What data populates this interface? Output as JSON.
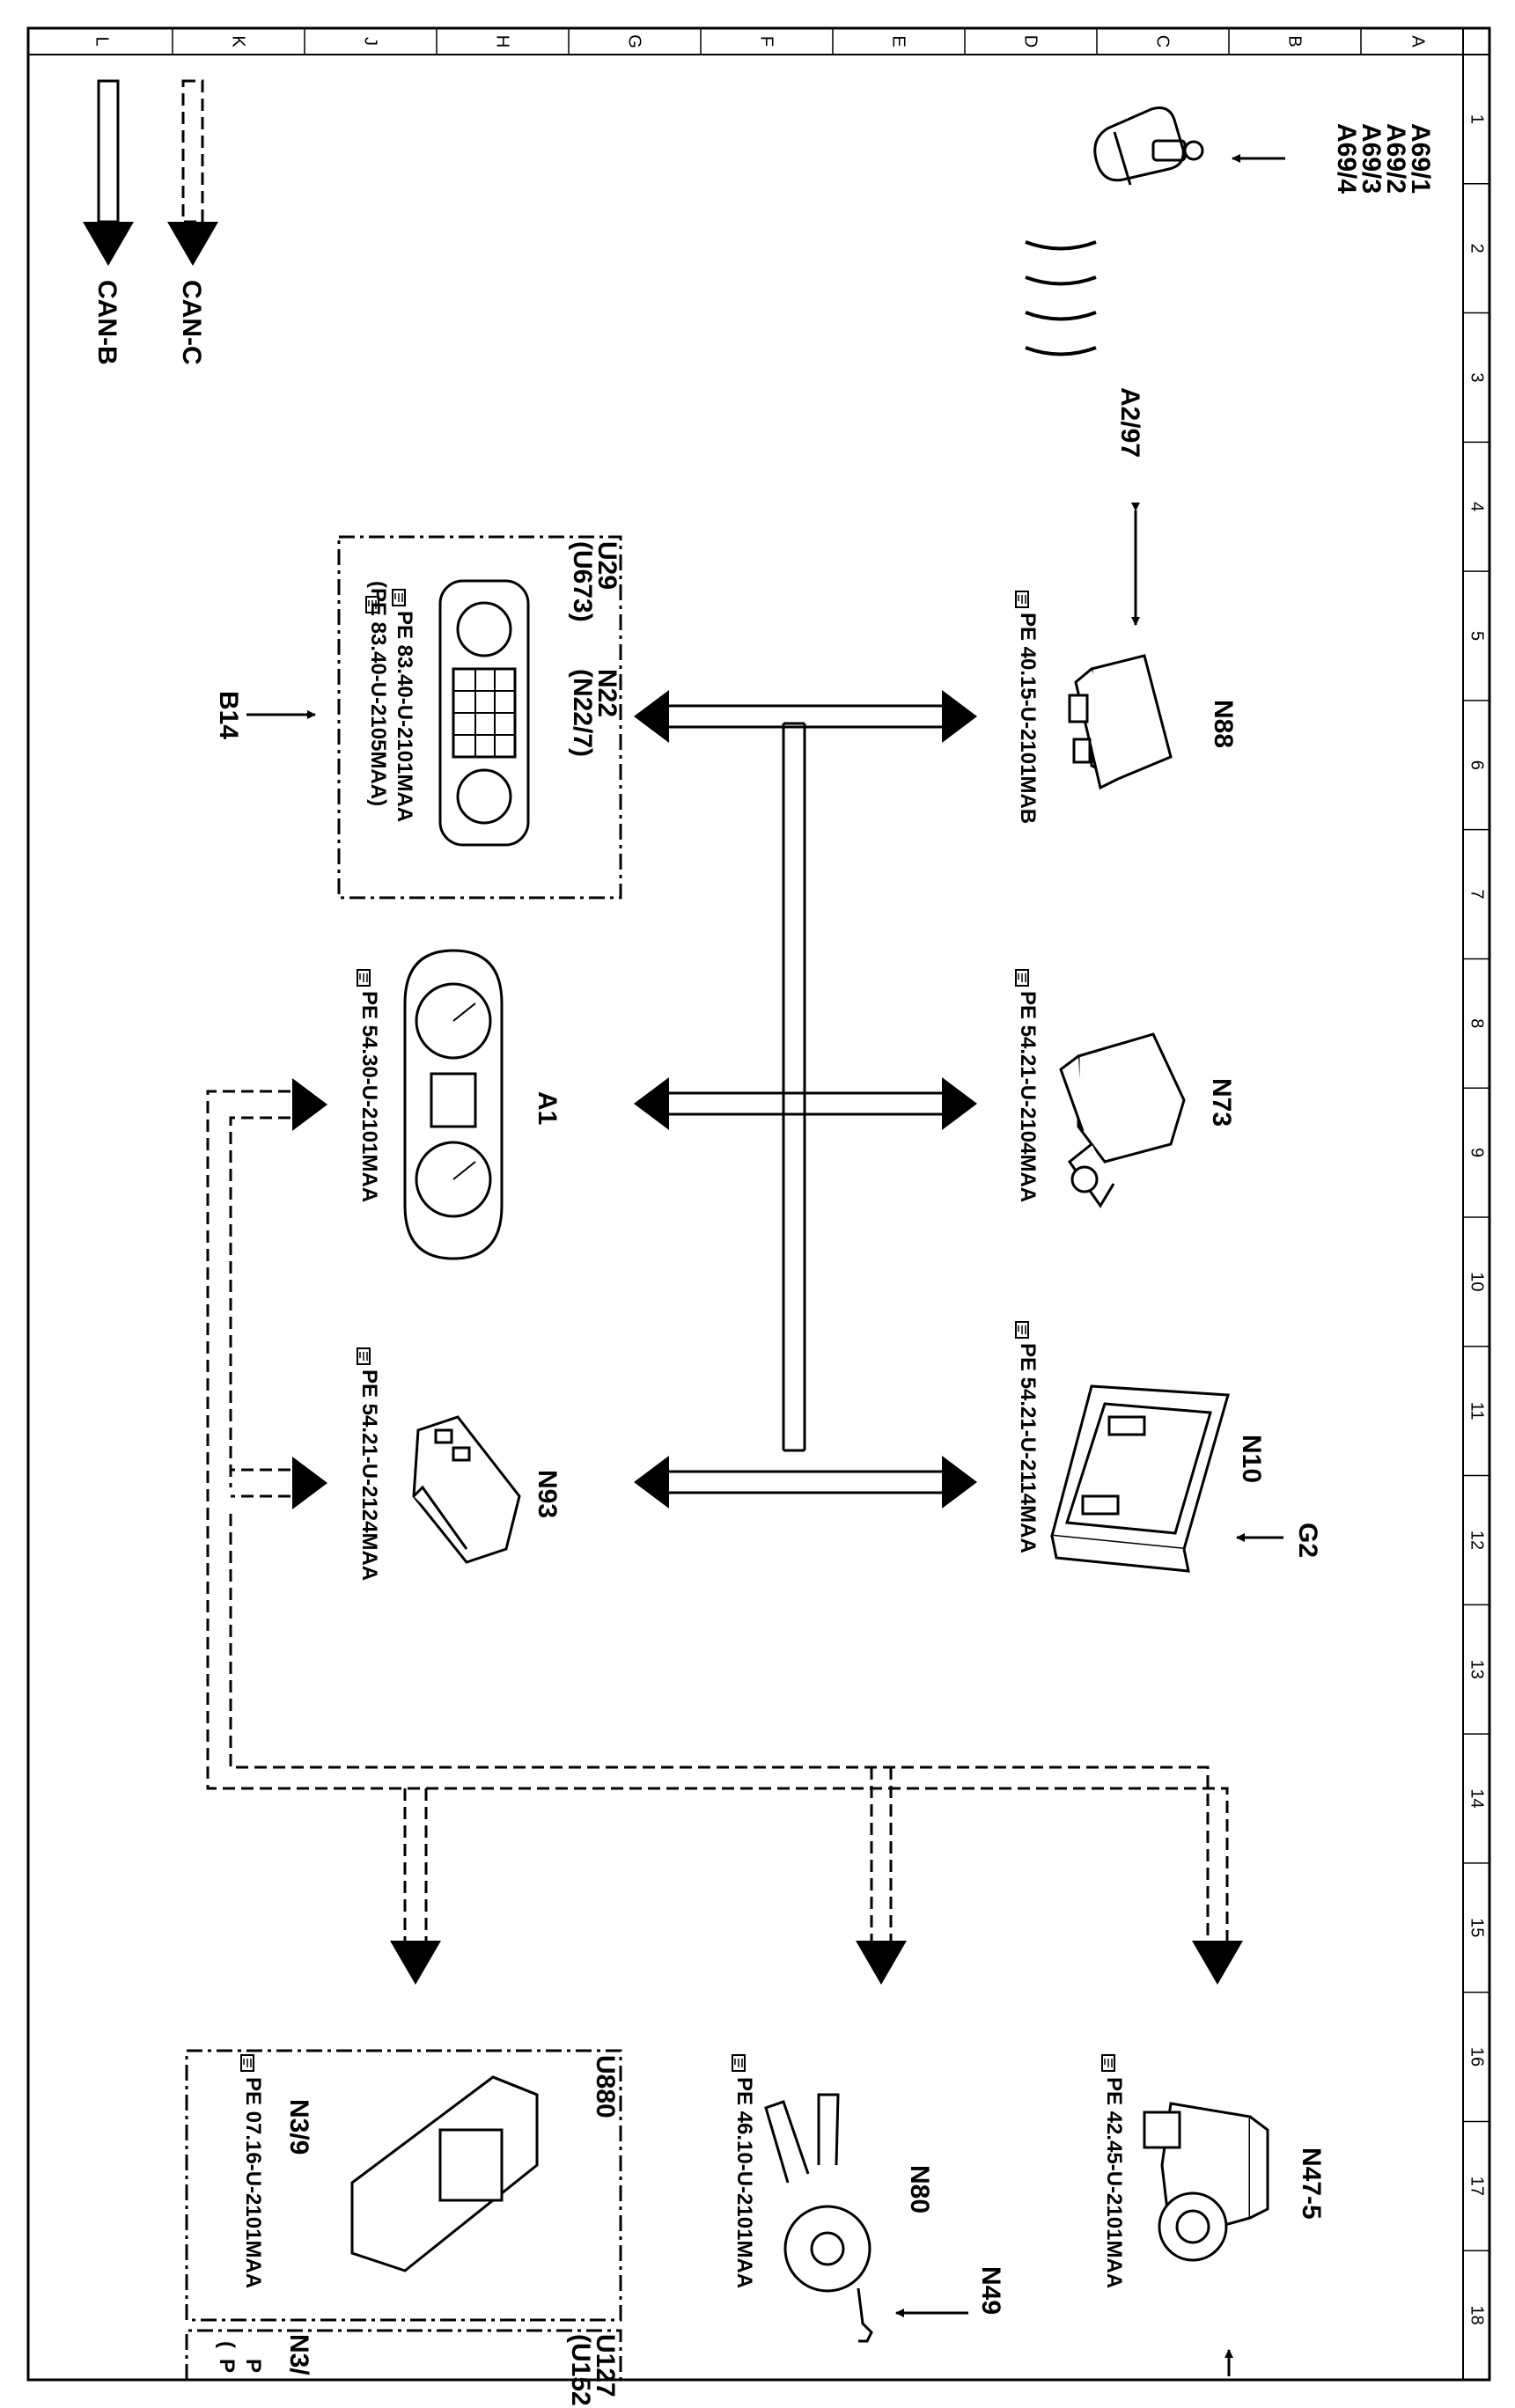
{
  "grid": {
    "letters": [
      "A",
      "B",
      "C",
      "D",
      "E",
      "F",
      "G",
      "H",
      "J",
      "K",
      "L"
    ],
    "numbers": [
      "1",
      "2",
      "3",
      "4",
      "5",
      "6",
      "7",
      "8",
      "9",
      "10",
      "11",
      "12",
      "13",
      "14",
      "15",
      "16",
      "17",
      "18"
    ]
  },
  "legend": {
    "can_c": "CAN-C",
    "can_b": "CAN-B"
  },
  "components": {
    "a69_1": "A69/1",
    "a69_2": "A69/2",
    "a69_3": "A69/3",
    "a69_4": "A69/4",
    "a2_97": "A2/97",
    "n88": "N88",
    "n88_ref": "PE 40.15-U-2101MAB",
    "n73": "N73",
    "n73_ref": "PE 54.21-U-2104MAA",
    "n10": "N10",
    "n10_ref": "PE 54.21-U-2114MAA",
    "g2": "G2",
    "u29": "U29",
    "u673": "(U673)",
    "n22": "N22",
    "n22_7": "(N22/7)",
    "n22_ref1": "PE 83.40-U-2101MAA",
    "n22_ref2": "(PE 83.40-U-2105MAA)",
    "b14": "B14",
    "a1": "A1",
    "a1_ref": "PE 54.30-U-2101MAA",
    "n93": "N93",
    "n93_ref": "PE 54.21-U-2124MAA",
    "n47_5": "N47-5",
    "n47_5_ref": "PE 42.45-U-2101MAA",
    "n80": "N80",
    "n80_ref": "PE 46.10-U-2101MAA",
    "n49": "N49",
    "u880": "U880",
    "n3_9": "N3/9",
    "n3_9_ref": "PE 07.16-U-2101MAA",
    "u127_partial": "U127",
    "u152_partial": "(U152",
    "n3_partial": "N3/",
    "pe_partial_1": "P",
    "pe_partial_2": "(",
    "pe_partial_3": "P"
  },
  "icons": {
    "reference_symbol": "pointing-hand-book-icon"
  },
  "colors": {
    "line": "#000000",
    "background": "#ffffff"
  }
}
